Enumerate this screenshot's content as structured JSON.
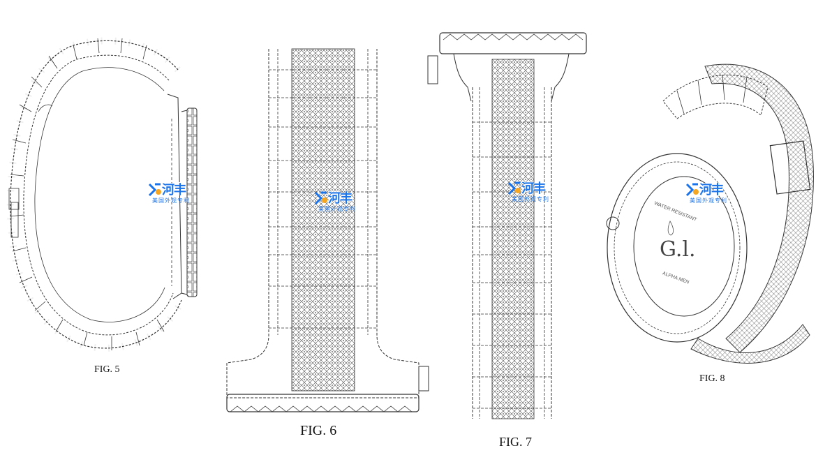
{
  "figures": {
    "fig5": {
      "label": "FIG. 5"
    },
    "fig6": {
      "label": "FIG. 6"
    },
    "fig7": {
      "label": "FIG. 7"
    },
    "fig8": {
      "label": "FIG. 8"
    }
  },
  "watermark": {
    "brand": "河丰",
    "tagline": "美国外观专利",
    "color": "#1a73e8",
    "icon": "patent-logo-icon"
  },
  "caseback": {
    "line1": "WATER RESISTANT",
    "signature": "G.l.",
    "line2": "ALPHA MEN"
  },
  "colors": {
    "line": "#333333",
    "background": "#ffffff"
  }
}
